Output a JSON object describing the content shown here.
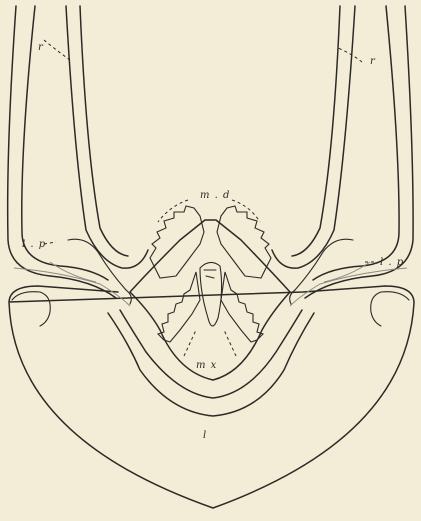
{
  "figure": {
    "labels": {
      "r_left": "r",
      "r_right": "r",
      "md": "m . d",
      "lp_left": "l . p",
      "lp_right": "l . p",
      "mx": "m   x",
      "l": "l"
    },
    "ink_color": "#2c2a26",
    "paper_color": "#f3ecd6"
  }
}
